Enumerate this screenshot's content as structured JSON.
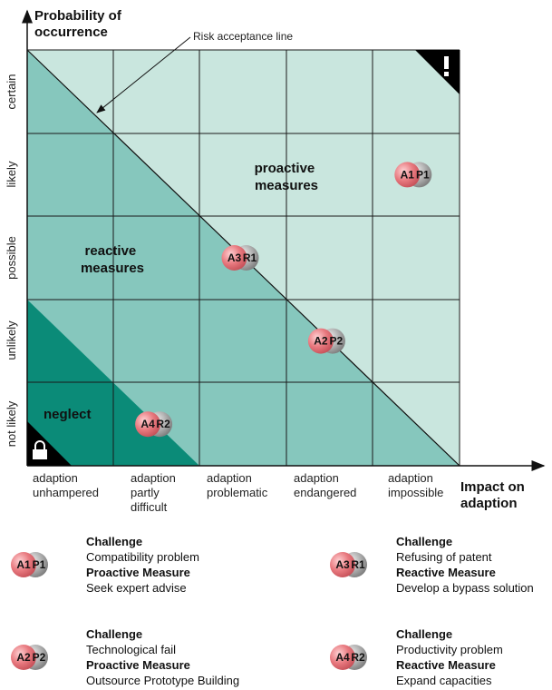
{
  "axes": {
    "y_title_lines": [
      "Probability of",
      "occurrence"
    ],
    "x_title_lines": [
      "Impact on",
      "adaption"
    ],
    "y_categories": [
      "certain",
      "likely",
      "possible",
      "unlikely",
      "not likely"
    ],
    "x_categories": [
      [
        "adaption",
        "unhampered"
      ],
      [
        "adaption",
        "partly",
        "difficult"
      ],
      [
        "adaption",
        "problematic"
      ],
      [
        "adaption",
        "endangered"
      ],
      [
        "adaption",
        "impossible"
      ]
    ]
  },
  "annotation": {
    "risk_line": "Risk acceptance line"
  },
  "zones": {
    "proactive": [
      "proactive",
      "measures"
    ],
    "reactive": [
      "reactive",
      "measures"
    ],
    "neglect": "neglect"
  },
  "corner_icons": {
    "top_right": "exclamation-icon",
    "bottom_left": "lock-icon"
  },
  "colors": {
    "light": "#c9e6de",
    "medium": "#86c7bd",
    "dark": "#0b8b78",
    "red_ball": "#e8797f",
    "grey_ball": "#a9a9a9"
  },
  "badges": [
    {
      "a": "A1",
      "b": "P1",
      "impact": 5,
      "probability": 2
    },
    {
      "a": "A3",
      "b": "R1",
      "impact": 3,
      "probability": 3
    },
    {
      "a": "A2",
      "b": "P2",
      "impact": 4,
      "probability": 4
    },
    {
      "a": "A4",
      "b": "R2",
      "impact": 2,
      "probability": 5
    }
  ],
  "legend": [
    {
      "a": "A1",
      "b": "P1",
      "challenge_label": "Challenge",
      "challenge": "Compatibility problem",
      "measure_label": "Proactive Measure",
      "measure": "Seek expert advise"
    },
    {
      "a": "A3",
      "b": "R1",
      "challenge_label": "Challenge",
      "challenge": "Refusing of patent",
      "measure_label": "Reactive Measure",
      "measure": "Develop a bypass solution"
    },
    {
      "a": "A2",
      "b": "P2",
      "challenge_label": "Challenge",
      "challenge": "Technological fail",
      "measure_label": "Proactive Measure",
      "measure": "Outsource Prototype Building"
    },
    {
      "a": "A4",
      "b": "R2",
      "challenge_label": "Challenge",
      "challenge": "Productivity problem",
      "measure_label": "Reactive Measure",
      "measure": "Expand capacities"
    }
  ]
}
